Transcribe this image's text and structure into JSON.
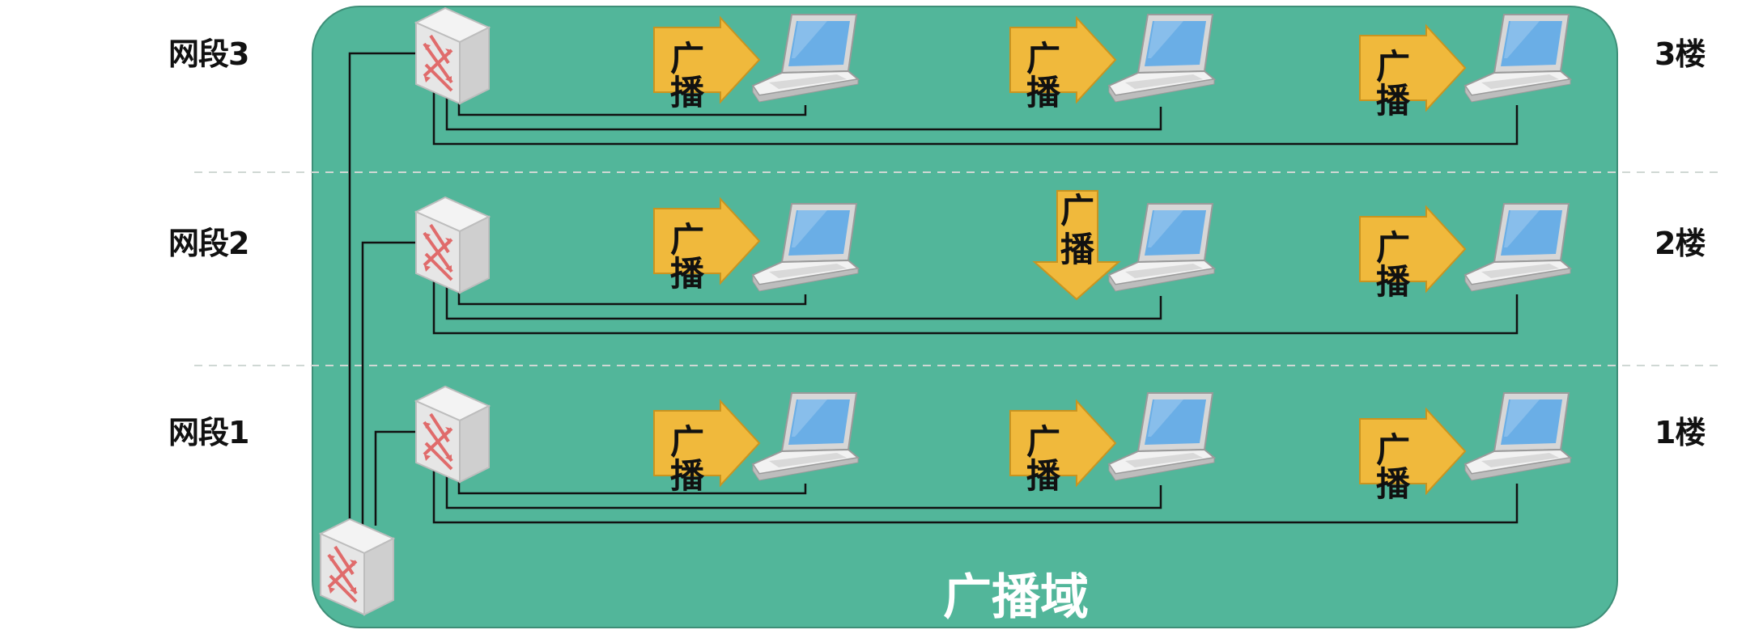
{
  "segments": [
    {
      "label": "网段3",
      "floor": "3楼"
    },
    {
      "label": "网段2",
      "floor": "2楼"
    },
    {
      "label": "网段1",
      "floor": "1楼"
    }
  ],
  "broadcast_label": "广播",
  "broadcast_vertical": [
    "广",
    "播"
  ],
  "domain_label": "广播域",
  "colors": {
    "domain_fill": "#52b69a",
    "domain_border": "#3e8f78",
    "arrow_fill": "#f0b93c",
    "arrow_stroke": "#c99420",
    "switch_face": "#e6e6e6",
    "switch_mark": "#e06b6b",
    "laptop_screen": "#6aaee6"
  },
  "icons": [
    "switch-icon",
    "laptop-icon",
    "broadcast-arrow-icon"
  ]
}
